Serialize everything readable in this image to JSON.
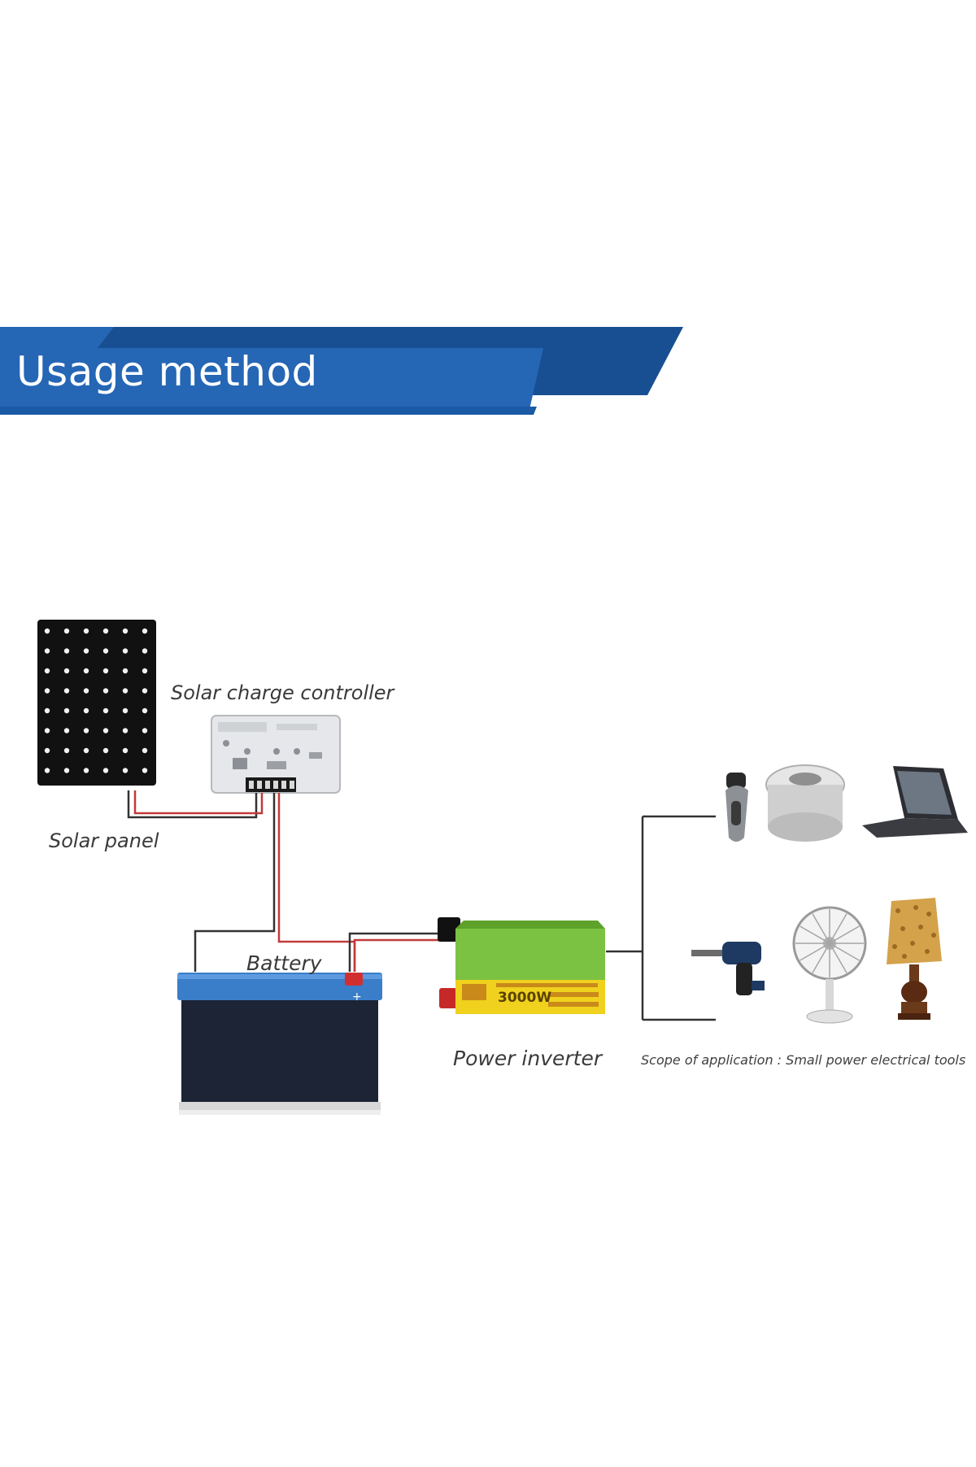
{
  "banner": {
    "title": "Usage method",
    "colors": {
      "dark": "#174f92",
      "main": "#2566b5",
      "stripe": "#1b5aa5"
    }
  },
  "labels": {
    "solar_panel": "Solar panel",
    "charge_controller": "Solar charge controller",
    "battery": "Battery",
    "power_inverter": "Power inverter",
    "scope": "Scope of application : Small power electrical tools"
  },
  "inverter": {
    "wattage": "3000W",
    "body_color": "#7cc242",
    "panel_color": "#f0d11d"
  },
  "appliances": {
    "top": [
      "shaver-icon",
      "rice-cooker-icon",
      "laptop-icon"
    ],
    "bottom": [
      "drill-icon",
      "fan-icon",
      "lamp-icon"
    ]
  },
  "wire_colors": {
    "positive": "#c23a3a",
    "negative": "#333333"
  }
}
